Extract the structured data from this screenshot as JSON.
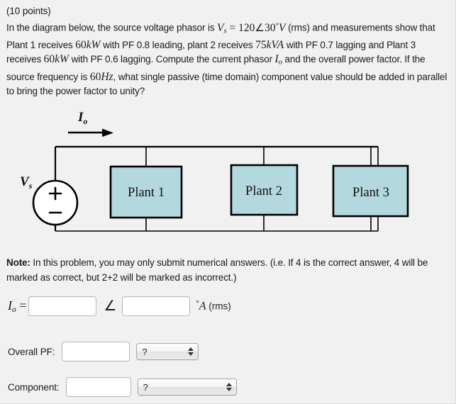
{
  "question": {
    "points": "(10 points)",
    "line1_pre": "In the diagram below, the source voltage phasor is ",
    "vs_var": "V",
    "vs_sub": "s",
    "vs_eq": " = ",
    "vs_mag": "120",
    "vs_angle_sym": "∠",
    "vs_angle": "30",
    "vs_deg": "°",
    "vs_unit": "V",
    "line1_post": " (rms) and measurements show that Plant 1 receives ",
    "p1_val": "60",
    "p1_unit": "kW",
    "line2_mid": " with PF 0.8 leading, plant 2 receives ",
    "p2_val": "75",
    "p2_unit": "kVA",
    "line2_post": " with PF 0.7 lagging and Plant 3 receives ",
    "p3_val": "60",
    "p3_unit": "kW",
    "line3_mid": " with PF 0.6 lagging. Compute the current phasor ",
    "io_var": "I",
    "io_sub": "o",
    "line3_post": " and the overall power factor. If the source frequency is ",
    "freq_val": "60",
    "freq_unit": "Hz",
    "line4_post": ", what single passive (time domain) component value should be added in parallel to bring the power factor to unity?"
  },
  "circuit": {
    "current_label_var": "I",
    "current_label_sub": "o",
    "source_label_var": "V",
    "source_label_sub": "s",
    "source_plus": "+",
    "source_minus": "−",
    "plants": [
      {
        "label": "Plant 1"
      },
      {
        "label": "Plant 2"
      },
      {
        "label": "Plant 3"
      }
    ],
    "plant_fill": "#b3d9de",
    "wire_color": "#000000"
  },
  "note": {
    "bold_prefix": "Note:",
    "text": " In this problem, you may only submit numerical answers. (i.e. If 4 is the correct answer, 4 will be marked as correct, but 2+2 will be marked as incorrect.)"
  },
  "answers": {
    "io": {
      "label_var": "I",
      "label_sub": "o",
      "label_eq": " =",
      "magnitude_value": "",
      "magnitude_placeholder": "",
      "angle_symbol": "∠",
      "angle_value": "",
      "angle_placeholder": "",
      "unit_degree": "°",
      "unit_a": "A",
      "unit_rms": " (rms)"
    },
    "overall_pf": {
      "label": "Overall PF:",
      "value": "",
      "placeholder": "",
      "select_value": "?"
    },
    "component": {
      "label": "Component:",
      "value": "",
      "placeholder": "",
      "select_value": "?"
    }
  }
}
